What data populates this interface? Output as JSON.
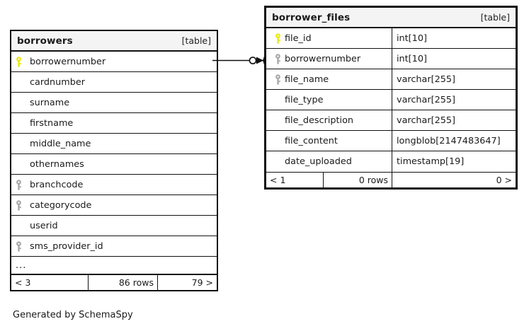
{
  "diagram": {
    "caption": "Generated by SchemaSpy",
    "table_tag": "[table]",
    "ellipsis": "...",
    "accent_key_pk": "#e8e80c",
    "accent_key_fk": "#a8a8a8",
    "border_color": "#111111",
    "header_bg": "#f4f4f4"
  },
  "tables": [
    {
      "name": "borrowers",
      "tag": "[table]",
      "highlighted": false,
      "columns": [
        {
          "name": "borrowernumber",
          "key": "primary",
          "type": ""
        },
        {
          "name": "cardnumber",
          "key": "none",
          "type": ""
        },
        {
          "name": "surname",
          "key": "none",
          "type": ""
        },
        {
          "name": "firstname",
          "key": "none",
          "type": ""
        },
        {
          "name": "middle_name",
          "key": "none",
          "type": ""
        },
        {
          "name": "othernames",
          "key": "none",
          "type": ""
        },
        {
          "name": "branchcode",
          "key": "foreign",
          "type": ""
        },
        {
          "name": "categorycode",
          "key": "foreign",
          "type": ""
        },
        {
          "name": "userid",
          "key": "none",
          "type": ""
        },
        {
          "name": "sms_provider_id",
          "key": "foreign",
          "type": ""
        }
      ],
      "truncated": true,
      "footer": {
        "left": "< 3",
        "middle": "86 rows",
        "right": "79 >"
      }
    },
    {
      "name": "borrower_files",
      "tag": "[table]",
      "highlighted": true,
      "columns": [
        {
          "name": "file_id",
          "key": "primary",
          "type": "int[10]"
        },
        {
          "name": "borrowernumber",
          "key": "foreign",
          "type": "int[10]"
        },
        {
          "name": "file_name",
          "key": "foreign",
          "type": "varchar[255]"
        },
        {
          "name": "file_type",
          "key": "none",
          "type": "varchar[255]"
        },
        {
          "name": "file_description",
          "key": "none",
          "type": "varchar[255]"
        },
        {
          "name": "file_content",
          "key": "none",
          "type": "longblob[2147483647]"
        },
        {
          "name": "date_uploaded",
          "key": "none",
          "type": "timestamp[19]"
        }
      ],
      "truncated": false,
      "footer": {
        "left": "< 1",
        "middle": "0 rows",
        "right": "0 >"
      }
    }
  ],
  "relationship": {
    "from_table": "borrowers",
    "from_column": "borrowernumber",
    "to_table": "borrower_files",
    "to_column": "borrowernumber",
    "from_cardinality": "one",
    "to_cardinality": "zero-or-many"
  }
}
